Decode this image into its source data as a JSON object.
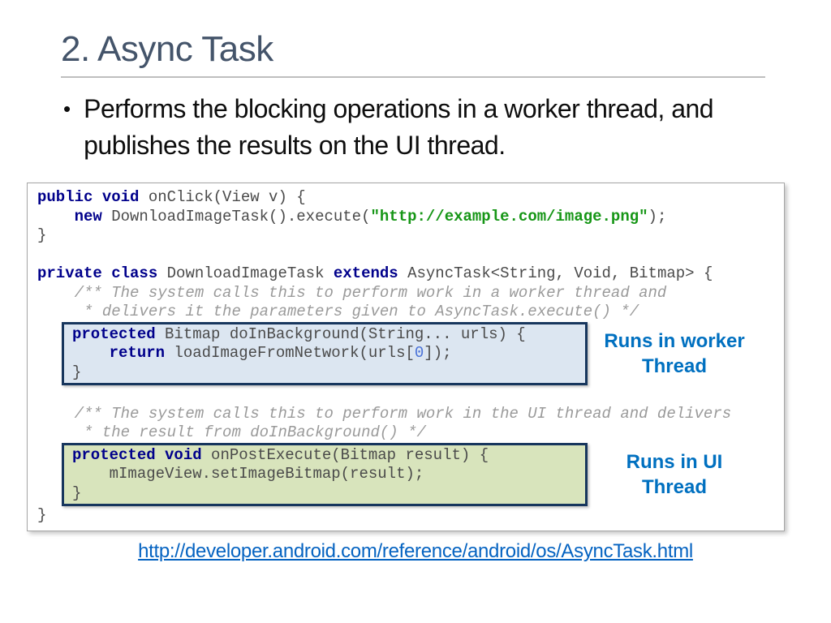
{
  "slide": {
    "title": "2. Async Task",
    "bullet_glyph": "•",
    "bullet": "Performs the blocking operations in a worker thread, and publishes the results on the UI thread."
  },
  "code_block": {
    "lines_top": [
      [
        {
          "t": "public void",
          "c": "kw"
        },
        {
          "t": " onClick(View v) {",
          "c": "pl"
        }
      ],
      [
        {
          "t": "    ",
          "c": "pl"
        },
        {
          "t": "new",
          "c": "kw"
        },
        {
          "t": " DownloadImageTask().execute(",
          "c": "pl"
        },
        {
          "t": "\"http://example.com/image.png\"",
          "c": "str"
        },
        {
          "t": ");",
          "c": "pl"
        }
      ],
      [
        {
          "t": "}",
          "c": "pl"
        }
      ],
      [],
      [
        {
          "t": "private class",
          "c": "kw"
        },
        {
          "t": " DownloadImageTask ",
          "c": "pl"
        },
        {
          "t": "extends",
          "c": "kw"
        },
        {
          "t": " AsyncTask<String, Void, Bitmap> {",
          "c": "pl"
        }
      ],
      [
        {
          "t": "    /** The system calls this to perform work in a worker thread and",
          "c": "com"
        }
      ],
      [
        {
          "t": "     * delivers it the parameters given to AsyncTask.execute() */",
          "c": "com"
        }
      ]
    ],
    "worker_box": {
      "label": "Runs in worker Thread",
      "bg": "#DCE6F1",
      "lines": [
        [
          {
            "t": "protected",
            "c": "kw"
          },
          {
            "t": " Bitmap doInBackground(String... urls) {",
            "c": "pl"
          }
        ],
        [
          {
            "t": "    ",
            "c": "pl"
          },
          {
            "t": "return",
            "c": "kw"
          },
          {
            "t": " loadImageFromNetwork(urls[",
            "c": "pl"
          },
          {
            "t": "0",
            "c": "num"
          },
          {
            "t": "]);",
            "c": "pl"
          }
        ],
        [
          {
            "t": "}",
            "c": "pl"
          }
        ]
      ]
    },
    "lines_mid": [
      [],
      [
        {
          "t": "    /** The system calls this to perform work in the UI thread and delivers",
          "c": "com"
        }
      ],
      [
        {
          "t": "     * the result from doInBackground() */",
          "c": "com"
        }
      ]
    ],
    "ui_box": {
      "label": "Runs in UI Thread",
      "bg": "#D8E4BC",
      "lines": [
        [
          {
            "t": "protected void",
            "c": "kw"
          },
          {
            "t": " onPostExecute(Bitmap result) {",
            "c": "pl"
          }
        ],
        [
          {
            "t": "    mImageView.setImageBitmap(result);",
            "c": "pl"
          }
        ],
        [
          {
            "t": "}",
            "c": "pl"
          }
        ]
      ]
    },
    "lines_bottom": [
      [
        {
          "t": "}",
          "c": "pl"
        }
      ]
    ]
  },
  "footer": {
    "link": "http://developer.android.com/reference/android/os/AsyncTask.html"
  },
  "colors": {
    "title": "#44546A",
    "rule": "#BFBFBF",
    "keyword": "#00008B",
    "plain_code": "#4A4A4A",
    "comment": "#9A9A9A",
    "string": "#169616",
    "number": "#4A72D8",
    "box_border": "#17365D",
    "worker_box_bg": "#DCE6F1",
    "ui_box_bg": "#D8E4BC",
    "annotation": "#0070C0",
    "link": "#0563C1"
  }
}
